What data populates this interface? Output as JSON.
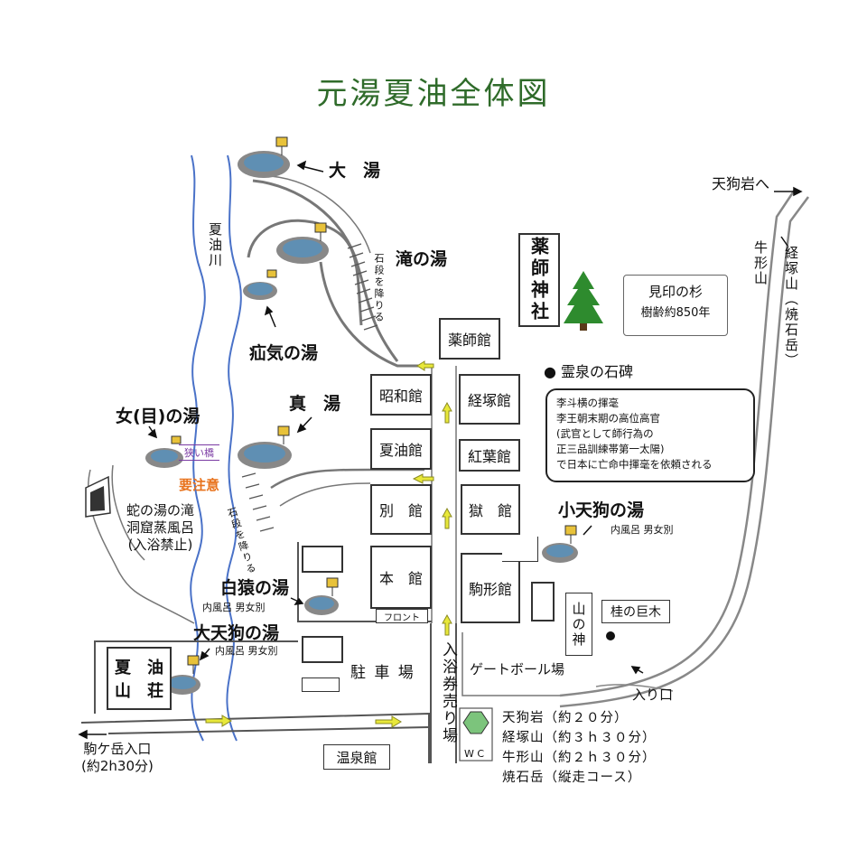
{
  "title": "元湯夏油全体図",
  "baths": {
    "oyu": "大　湯",
    "takinoyu": "滝の湯",
    "shakinoyu": "疝気の湯",
    "mayu": "真　湯",
    "onnanoyu": "女(目)の湯",
    "hakuen": "白猿の湯",
    "hakuen_sub": "内風呂 男女別",
    "daitengu": "大天狗の湯",
    "daitengu_sub": "内風呂 男女別",
    "kotengu": "小天狗の湯",
    "kotengu_sub": "内風呂 男女別"
  },
  "labels": {
    "river": "夏油川",
    "stairs1": "石段を降りる",
    "stairs2": "石段を降りる",
    "narrow_bridge": "狭い橋",
    "caution": "要注意",
    "cave": [
      "蛇の湯の滝",
      "洞窟蒸風呂",
      "(入浴禁止)"
    ],
    "yakushi_shrine": "薬師神社",
    "reisen": "● 霊泉の石碑",
    "mountain_god": "山の神",
    "katsura": "桂の巨木",
    "tenguiwa_to": "天狗岩へ",
    "ushigatayama": "牛形山",
    "kyozukayama": "経塚山（焼石岳）",
    "entrance": "入り口",
    "komagatake": [
      "駒ケ岳入口",
      "(約2h30分)"
    ],
    "parking": "駐 車 場",
    "ticket": "入浴券売り場",
    "front": "フロント",
    "gateball": "ゲートボール場",
    "wc": "W C",
    "onsenkan": "温泉館",
    "getosanso": [
      "夏　油",
      "山　荘"
    ]
  },
  "buildings": {
    "yakushikan": "薬師館",
    "showakan": "昭和館",
    "kyozukakan": "経塚館",
    "geto_kan": "夏油館",
    "koyokan": "紅葉館",
    "bekkan": "別　館",
    "gokukan": "獄　館",
    "honkan": "本　館",
    "komagatakan": "駒形館"
  },
  "sugi": [
    "見印の杉",
    "樹齢約850年"
  ],
  "note": [
    "李斗横の揮毫",
    "李王朝末期の高位高官",
    "(武官として師行為の",
    "正三品訓練帯第一太陽)",
    "で日本に亡命中揮毫を依頼される"
  ],
  "legend": [
    "天狗岩（約２０分）",
    "経塚山（約３ｈ３０分）",
    "牛形山（約２ｈ３０分）",
    "焼石岳（縦走コース）"
  ],
  "colors": {
    "title": "#2f6b2a",
    "river": "#4a72c8",
    "arrow": "#e8e83a",
    "tree": "#2e8b2e",
    "caution": "#e8731d",
    "hex": "#7cc47c"
  }
}
